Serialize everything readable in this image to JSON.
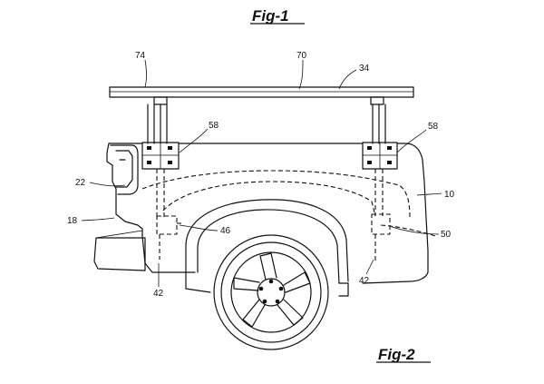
{
  "figures": {
    "top_label": "Fig-1",
    "bottom_label": "Fig-2"
  },
  "references": [
    {
      "id": "ref-74",
      "text": "74"
    },
    {
      "id": "ref-70",
      "text": "70"
    },
    {
      "id": "ref-34",
      "text": "34"
    },
    {
      "id": "ref-58-left",
      "text": "58"
    },
    {
      "id": "ref-58-right",
      "text": "58"
    },
    {
      "id": "ref-22",
      "text": "22"
    },
    {
      "id": "ref-10",
      "text": "10"
    },
    {
      "id": "ref-18",
      "text": "18"
    },
    {
      "id": "ref-46",
      "text": "46"
    },
    {
      "id": "ref-50",
      "text": "50"
    },
    {
      "id": "ref-42-left",
      "text": "42"
    },
    {
      "id": "ref-42-right",
      "text": "42"
    }
  ]
}
